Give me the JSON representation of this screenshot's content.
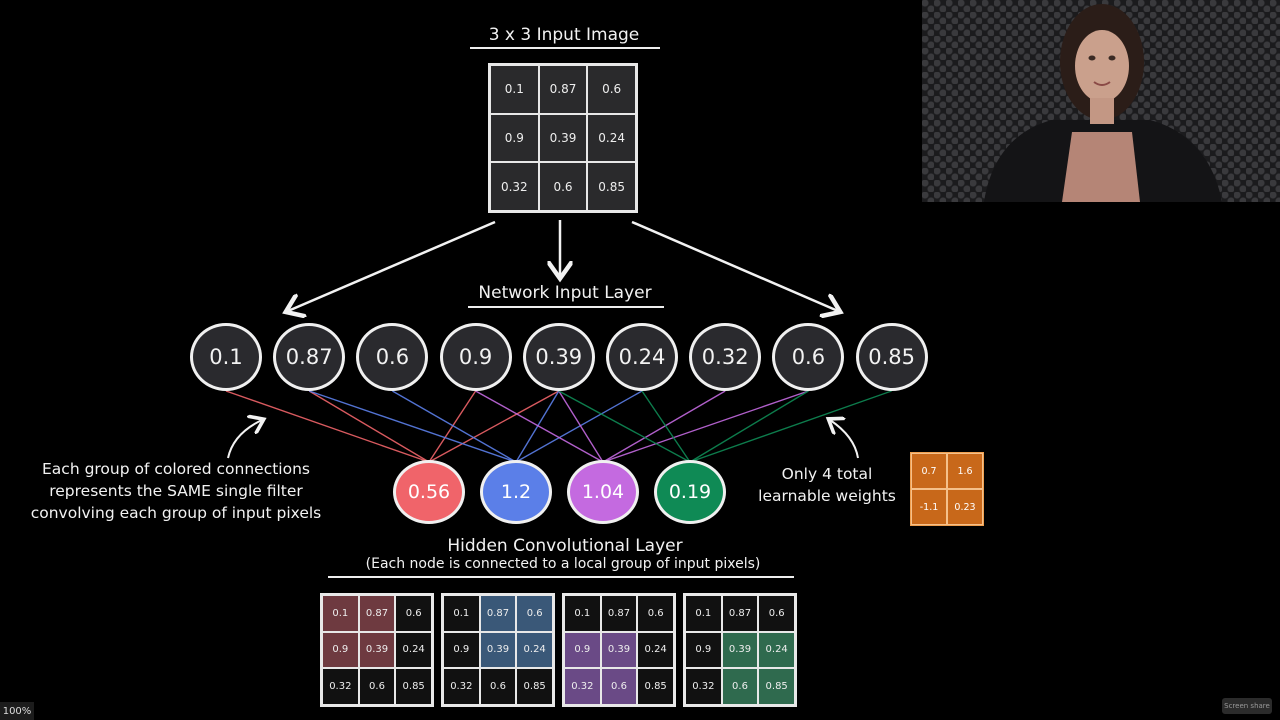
{
  "input_image": {
    "title": "3 x 3 Input Image",
    "cells": [
      "0.1",
      "0.87",
      "0.6",
      "0.9",
      "0.39",
      "0.24",
      "0.32",
      "0.6",
      "0.85"
    ]
  },
  "network_input": {
    "title": "Network Input Layer",
    "nodes": [
      "0.1",
      "0.87",
      "0.6",
      "0.9",
      "0.39",
      "0.24",
      "0.32",
      "0.6",
      "0.85"
    ]
  },
  "hidden_layer": {
    "title": "Hidden Convolutional Layer",
    "subtitle": "(Each node is connected to a local group of input pixels)",
    "nodes": [
      {
        "value": "0.56",
        "color": "#f0646a"
      },
      {
        "value": "1.2",
        "color": "#5b7fe8"
      },
      {
        "value": "1.04",
        "color": "#c46ae0"
      },
      {
        "value": "0.19",
        "color": "#0f8a55"
      }
    ]
  },
  "notes": {
    "left_1": "Each group of colored connections",
    "left_2": "represents the SAME single filter",
    "left_3": "convolving each group of input pixels",
    "right_1": "Only 4 total",
    "right_2": "learnable weights"
  },
  "weights": [
    "0.7",
    "1.6",
    "-1.1",
    "0.23"
  ],
  "filter_grids": [
    {
      "cells": [
        "0.1",
        "0.87",
        "0.6",
        "0.9",
        "0.39",
        "0.24",
        "0.32",
        "0.6",
        "0.85"
      ],
      "highlight": [
        0,
        1,
        3,
        4
      ],
      "color": "#6e3a40"
    },
    {
      "cells": [
        "0.1",
        "0.87",
        "0.6",
        "0.9",
        "0.39",
        "0.24",
        "0.32",
        "0.6",
        "0.85"
      ],
      "highlight": [
        1,
        2,
        4,
        5
      ],
      "color": "#3a5878"
    },
    {
      "cells": [
        "0.1",
        "0.87",
        "0.6",
        "0.9",
        "0.39",
        "0.24",
        "0.32",
        "0.6",
        "0.85"
      ],
      "highlight": [
        3,
        4,
        6,
        7
      ],
      "color": "#6a4a86"
    },
    {
      "cells": [
        "0.1",
        "0.87",
        "0.6",
        "0.9",
        "0.39",
        "0.24",
        "0.32",
        "0.6",
        "0.85"
      ],
      "highlight": [
        4,
        5,
        7,
        8
      ],
      "color": "#2f6a4e"
    }
  ],
  "status": {
    "zoom": "100%",
    "screen_button": "Screen share"
  }
}
